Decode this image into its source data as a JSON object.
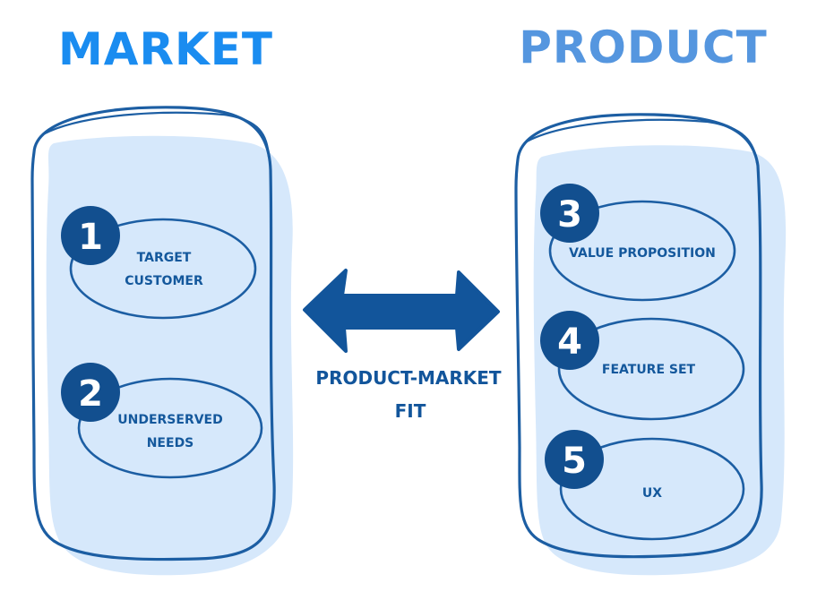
{
  "market": {
    "title": "MARKET",
    "items": [
      {
        "number": "1",
        "lines": [
          "TARGET",
          "CUSTOMER"
        ]
      },
      {
        "number": "2",
        "lines": [
          "UNDERSERVED",
          "NEEDS"
        ]
      }
    ]
  },
  "product": {
    "title": "PRODUCT",
    "items": [
      {
        "number": "3",
        "lines": [
          "VALUE PROPOSITION"
        ]
      },
      {
        "number": "4",
        "lines": [
          "FEATURE SET"
        ]
      },
      {
        "number": "5",
        "lines": [
          "UX"
        ]
      }
    ]
  },
  "fit": {
    "line1": "PRODUCT-MARKET",
    "line2": "FIT"
  },
  "colors": {
    "market_title": "#1a8cf0",
    "product_title": "#5596df",
    "panel_fill": "#d6e8fb",
    "stroke": "#1c5ea3",
    "badge": "#124f8f",
    "arrow": "#12559b"
  },
  "icons": {
    "arrow": "double-arrow-icon"
  }
}
